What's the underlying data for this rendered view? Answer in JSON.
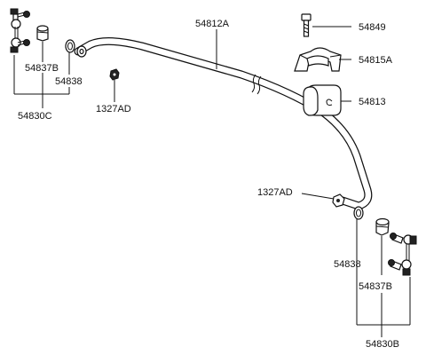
{
  "labels": {
    "bar": "54812A",
    "bolt": "54849",
    "bracket": "54815A",
    "bushing": "54813",
    "nut_center": "1327AD",
    "nut_right": "1327AD",
    "link_bushing_left": "54837B",
    "washer_left": "54838",
    "link_assy_left": "54830C",
    "washer_right": "54838",
    "link_bushing_right": "54837B",
    "link_assy_right": "54830B"
  }
}
